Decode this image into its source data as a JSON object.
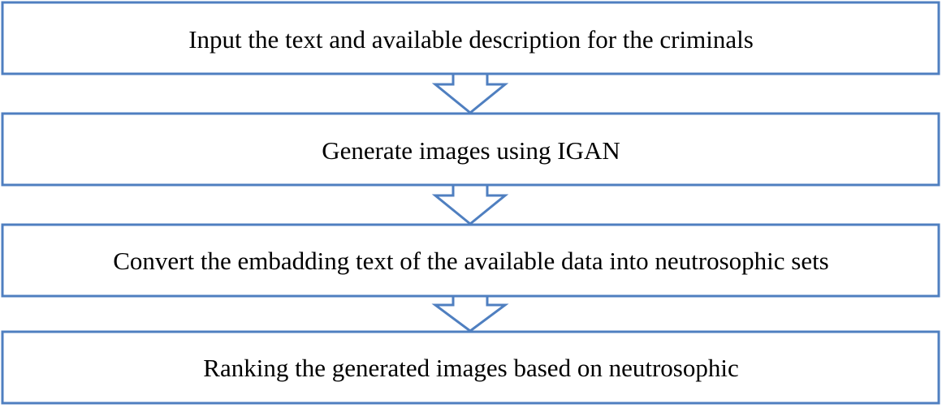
{
  "flowchart": {
    "steps": [
      {
        "label": "Input the text and available description for the criminals"
      },
      {
        "label": "Generate images using IGAN"
      },
      {
        "label": "Convert the embadding text of the available data into neutrosophic sets"
      },
      {
        "label": "Ranking the generated images based on neutrosophic"
      }
    ]
  },
  "colors": {
    "box_border": "#4f7fc0",
    "text": "#000000",
    "background": "#ffffff"
  }
}
